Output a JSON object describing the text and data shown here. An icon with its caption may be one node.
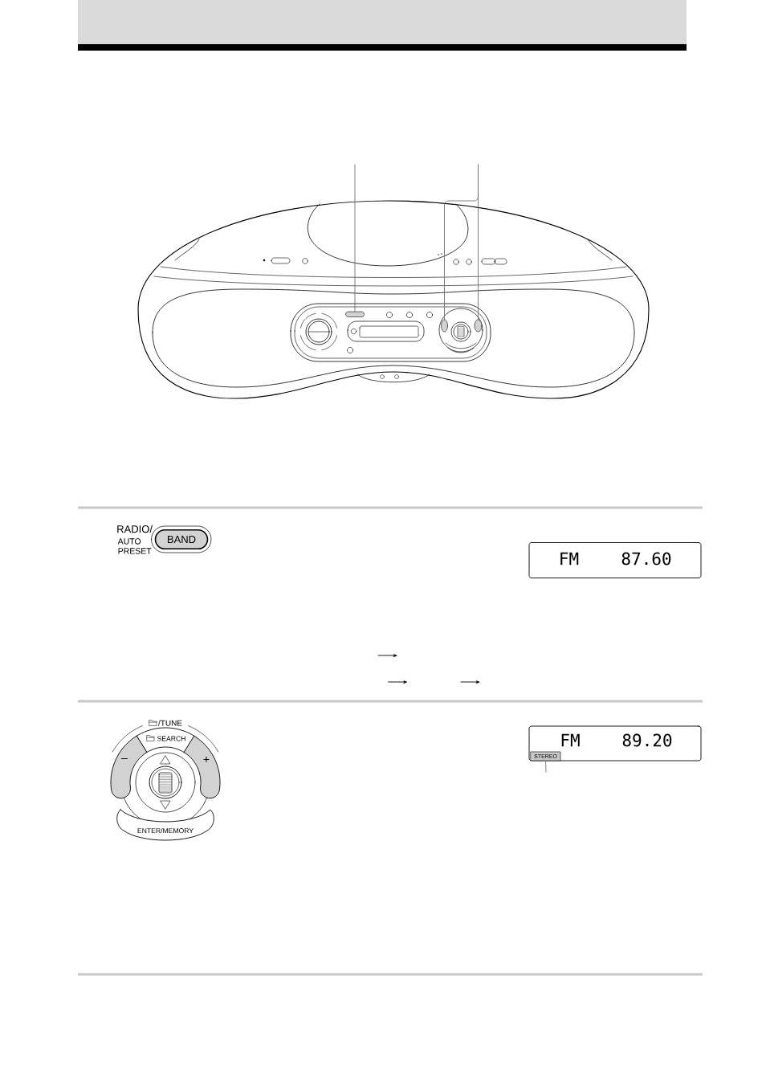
{
  "diagram": {
    "nodes": [
      {
        "text": [],
        "shape": "box"
      },
      {
        "text": [],
        "shape": "bar"
      },
      {
        "text": [],
        "shape": "bar"
      },
      {
        "text": [
          "BAND"
        ],
        "beside": [
          "RADIO/",
          "AUTO PRESET"
        ]
      },
      {
        "text": [
          "FM",
          "87.60"
        ]
      },
      {
        "text": [
          "SEARCH"
        ]
      },
      {
        "text": [
          "–"
        ]
      },
      {
        "text": [
          "+"
        ]
      },
      {
        "text": [
          "ENTER/MEMORY"
        ]
      },
      {
        "text": [
          "FM",
          "89.20"
        ]
      },
      {
        "text": [
          "STEREO"
        ],
        "in": 9
      }
    ],
    "edges": [
      {
        "from": null,
        "to": 0,
        "arrow": "none"
      },
      {
        "from": null,
        "to": 1,
        "arrow": "none"
      },
      {
        "from": null,
        "to": 2,
        "arrow": "none"
      },
      {
        "from": null,
        "to": 10,
        "arrow": "none"
      }
    ],
    "labels": [
      "/TUNE"
    ]
  }
}
